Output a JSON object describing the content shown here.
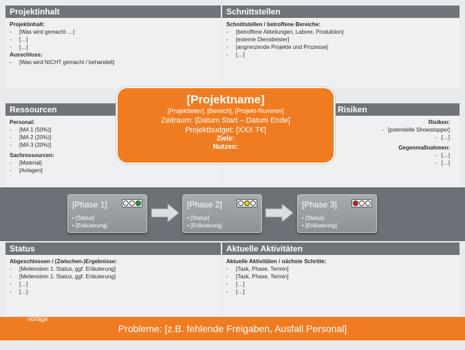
{
  "projektinhalt": {
    "header": "Projektinhalt",
    "sub1": "Projektinhalt:",
    "items1": [
      "[Was wird gemacht …]",
      "[…]",
      "[…]"
    ],
    "sub2": "Ausschluss:",
    "items2": [
      "[Was wird NICHT gemacht / behandelt]"
    ]
  },
  "schnittstellen": {
    "header": "Schnittstellen",
    "sub1": "Schnittstellen / betroffene Bereiche:",
    "items1": [
      "[betroffene Abteilungen, Labore, Produktion]",
      "[externe Dienstleister]",
      "[angrenzende Projekte und Prozesse]",
      "[…]"
    ]
  },
  "ressourcen": {
    "header": "Ressourcen",
    "sub1": "Personal:",
    "items1": [
      "[MA 1 (50%)]",
      "[MA 2 (20%)]",
      "[MA 3 (20%)]"
    ],
    "sub2": "Sachressourcen:",
    "items2": [
      "[Material]",
      "[Anlagen]"
    ]
  },
  "risiken": {
    "header": "Risiken",
    "sub1": "Risiken:",
    "items1": [
      "[potentielle Showstopper]",
      "[…]"
    ],
    "sub2": "Gegenmaßnahmen:",
    "items2": [
      "[…]",
      "[…]"
    ]
  },
  "status": {
    "header": "Status",
    "sub1": "Abgeschlossen / (Zwischen-)Ergebnisse:",
    "items1": [
      "[Meilenstein 1: Status, ggf. Erläuterung]",
      "[Meilenstein 1: Status, ggf. Erläuterung]",
      "[…]",
      "[…]"
    ]
  },
  "aktivitaeten": {
    "header": "Aktuelle Aktivitäten",
    "sub1": "Aktuelle Aktivitäten / nächste Schritte:",
    "items1": [
      "[Task, Phase, Termin]",
      "[Task, Phase, Termin]",
      "[…]",
      "[…]"
    ]
  },
  "center": {
    "title": "[Projektname]",
    "line1": "[Projektleiter], [Bereich], [Projekt-Nummer]",
    "line2": "Zeitraum: [Datum Start – Datum Ende]",
    "line3": "Projektbudget: [XXX T€]",
    "line4": "Ziele:",
    "line5": "Nutzen:"
  },
  "phases": [
    {
      "title": "[Phase 1]",
      "item1": "• [Status]",
      "item2": "• [Erläuterung]",
      "light": "green"
    },
    {
      "title": "[Phase 2]",
      "item1": "• [Status]",
      "item2": "• [Erläuterung]",
      "light": "yellow"
    },
    {
      "title": "[Phase 3]",
      "item1": "• [Status]",
      "item2": "• [Erläuterung]",
      "light": "red"
    }
  ],
  "problems": "Probleme: [z.B. fehlende Freigaben, Ausfall Personal]",
  "watermark": "vorlage",
  "colors": {
    "orange": "#f07c22",
    "header_gray": "#6e747a",
    "green": "#1fa12c",
    "yellow": "#f2d500",
    "red": "#d0201a",
    "off": "#ffffff"
  }
}
